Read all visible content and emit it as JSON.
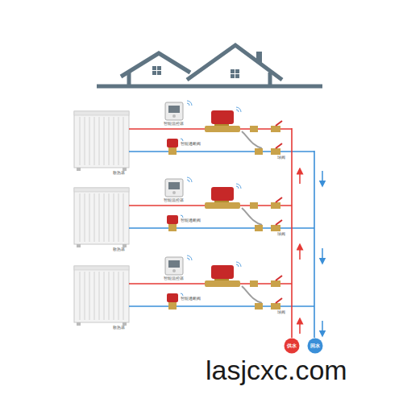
{
  "diagram": {
    "nodes": [
      {
        "text": [
          "供水"
        ]
      },
      {
        "text": [
          "回水"
        ]
      }
    ],
    "labels": [
      "散热器",
      "智能温控器",
      "智能通断阀",
      "球阀",
      "散热器",
      "智能温控器",
      "智能通断阀",
      "球阀",
      "散热器",
      "智能温控器",
      "智能通断阀",
      "球阀",
      "lasjcxc.com"
    ]
  }
}
